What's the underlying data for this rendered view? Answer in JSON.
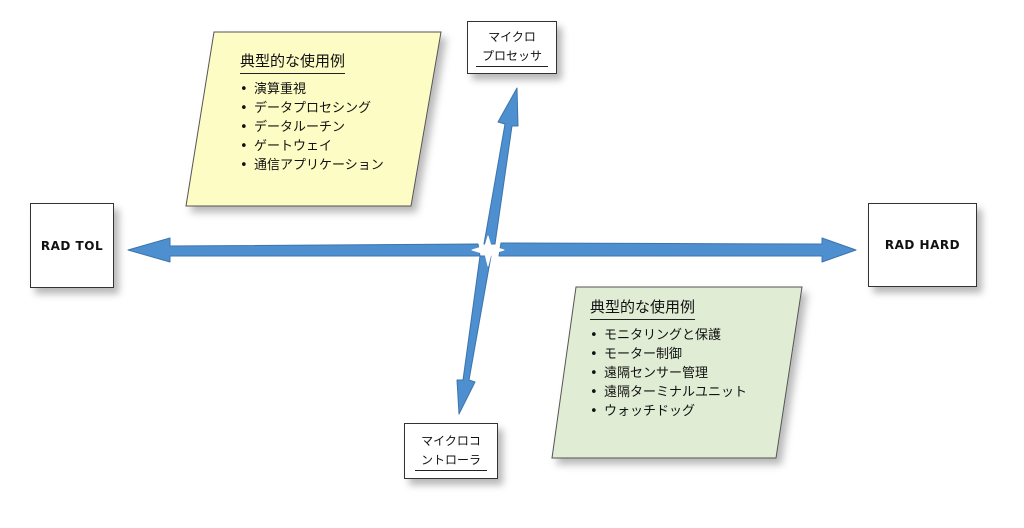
{
  "colors": {
    "arrow": "#4d8fcf",
    "arrow_edge": "#3d74ad",
    "note_yellow": "#fdfcc4",
    "note_green": "#e1ecd5"
  },
  "boxes": {
    "rad_tol": {
      "label": "RAD TOL"
    },
    "rad_hard": {
      "label": "RAD HARD"
    },
    "micro_processor": {
      "lines": [
        "マイクロ",
        "プロセッサ"
      ]
    },
    "micro_controller": {
      "lines": [
        "マイクロコ",
        "ントローラ"
      ]
    }
  },
  "notes": {
    "top_uses": {
      "title": "典型的な使用例",
      "items": [
        "演算重視",
        "データプロセシング",
        "データルーチン",
        "ゲートウェイ",
        "通信アプリケーション"
      ]
    },
    "bottom_uses": {
      "title": "典型的な使用例",
      "items": [
        "モニタリングと保護",
        "モーター制御",
        "遠隔センサー管理",
        "遠隔ターミナルユニット",
        "ウォッチドッグ"
      ]
    }
  }
}
